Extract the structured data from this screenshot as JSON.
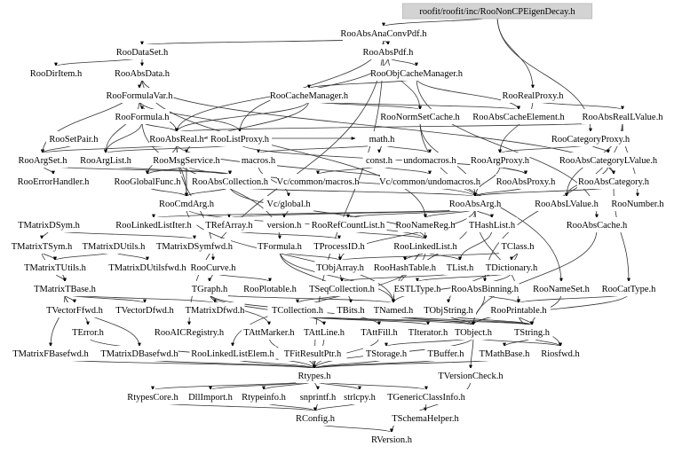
{
  "root": "roofit/roofit/inc/RooNonCPEigenDecay.h",
  "nodes": [
    "roofit/roofit/inc/RooNonCPEigenDecay.h",
    "RooAbsAnaConvPdf.h",
    "RooDataSet.h",
    "RooAbsPdf.h",
    "RooDirItem.h",
    "RooAbsData.h",
    "RooObjCacheManager.h",
    "RooFormulaVar.h",
    "RooCacheManager.h",
    "RooRealProxy.h",
    "RooFormula.h",
    "RooNormSetCache.h",
    "RooAbsCacheElement.h",
    "RooAbsRealLValue.h",
    "RooSetPair.h",
    "RooAbsReal.h",
    "RooListProxy.h",
    "math.h",
    "RooCategoryProxy.h",
    "RooArgSet.h",
    "RooArgList.h",
    "RooMsgService.h",
    "macros.h",
    "const.h",
    "undomacros.h",
    "RooArgProxy.h",
    "RooAbsCategoryLValue.h",
    "RooErrorHandler.h",
    "RooGlobalFunc.h",
    "RooAbsCollection.h",
    "Vc/common/macros.h",
    "Vc/common/undomacros.h",
    "RooAbsProxy.h",
    "RooAbsCategory.h",
    "RooCmdArg.h",
    "Vc/global.h",
    "RooAbsArg.h",
    "RooAbsLValue.h",
    "RooNumber.h",
    "TMatrixDSym.h",
    "RooLinkedListIter.h",
    "TRefArray.h",
    "version.h",
    "RooRefCountList.h",
    "RooNameReg.h",
    "THashList.h",
    "RooAbsCache.h",
    "TMatrixTSym.h",
    "TMatrixDUtils.h",
    "TMatrixDSymfwd.h",
    "TFormula.h",
    "TProcessID.h",
    "RooLinkedList.h",
    "TClass.h",
    "TMatrixTUtils.h",
    "TMatrixDUtilsfwd.h",
    "RooCurve.h",
    "TObjArray.h",
    "RooHashTable.h",
    "TList.h",
    "TDictionary.h",
    "TMatrixTBase.h",
    "TGraph.h",
    "RooPlotable.h",
    "TSeqCollection.h",
    "ESTLType.h",
    "RooAbsBinning.h",
    "RooNameSet.h",
    "RooCatType.h",
    "TVectorFfwd.h",
    "TVectorDfwd.h",
    "TMatrixDfwd.h",
    "TCollection.h",
    "TBits.h",
    "TNamed.h",
    "TObjString.h",
    "RooPrintable.h",
    "TError.h",
    "RooAICRegistry.h",
    "TAttMarker.h",
    "TAttLine.h",
    "TAttFill.h",
    "TIterator.h",
    "TObject.h",
    "TString.h",
    "TMatrixFBasefwd.h",
    "TMatrixDBasefwd.h",
    "RooLinkedListElem.h",
    "TFitResultPtr.h",
    "TStorage.h",
    "TBuffer.h",
    "TMathBase.h",
    "Riosfwd.h",
    "Rtypes.h",
    "TVersionCheck.h",
    "RtypesCore.h",
    "DllImport.h",
    "Rtypeinfo.h",
    "snprintf.h",
    "strlcpy.h",
    "TGenericClassInfo.h",
    "RConfig.h",
    "TSchemaHelper.h",
    "RVersion.h"
  ],
  "edges": [
    [
      "roofit/roofit/inc/RooNonCPEigenDecay.h",
      "RooAbsAnaConvPdf.h"
    ],
    [
      "roofit/roofit/inc/RooNonCPEigenDecay.h",
      "RooRealProxy.h"
    ],
    [
      "roofit/roofit/inc/RooNonCPEigenDecay.h",
      "RooCategoryProxy.h"
    ],
    [
      "RooAbsAnaConvPdf.h",
      "RooAbsPdf.h"
    ],
    [
      "RooAbsAnaConvPdf.h",
      "RooDataSet.h"
    ],
    [
      "RooAbsAnaConvPdf.h",
      "RooListProxy.h"
    ],
    [
      "RooAbsAnaConvPdf.h",
      "RooAICRegistry.h"
    ],
    [
      "RooAbsAnaConvPdf.h",
      "Rtypes.h"
    ],
    [
      "RooDataSet.h",
      "RooAbsData.h"
    ],
    [
      "RooDataSet.h",
      "RooDirItem.h"
    ],
    [
      "RooAbsData.h",
      "RooFormulaVar.h"
    ],
    [
      "RooAbsData.h",
      "RooArgSet.h"
    ],
    [
      "RooAbsData.h",
      "RooNameReg.h"
    ],
    [
      "RooAbsData.h",
      "RooAbsCategory.h"
    ],
    [
      "RooFormulaVar.h",
      "RooFormula.h"
    ],
    [
      "RooFormulaVar.h",
      "RooAbsReal.h"
    ],
    [
      "RooFormulaVar.h",
      "RooArgList.h"
    ],
    [
      "RooFormulaVar.h",
      "RooListProxy.h"
    ],
    [
      "RooFormula.h",
      "RooArgList.h"
    ],
    [
      "RooFormula.h",
      "RooAbsReal.h"
    ],
    [
      "RooFormula.h",
      "TFormula.h"
    ],
    [
      "RooAbsPdf.h",
      "RooAbsReal.h"
    ],
    [
      "RooAbsPdf.h",
      "RooObjCacheManager.h"
    ],
    [
      "RooAbsPdf.h",
      "RooNormSetCache.h"
    ],
    [
      "RooObjCacheManager.h",
      "RooCacheManager.h"
    ],
    [
      "RooObjCacheManager.h",
      "RooAbsCacheElement.h"
    ],
    [
      "RooObjCacheManager.h",
      "RooAbsCache.h"
    ],
    [
      "RooCacheManager.h",
      "RooNormSetCache.h"
    ],
    [
      "RooCacheManager.h",
      "RooAbsCacheElement.h"
    ],
    [
      "RooCacheManager.h",
      "RooMsgService.h"
    ],
    [
      "RooCacheManager.h",
      "RooAbsReal.h"
    ],
    [
      "RooRealProxy.h",
      "RooAbsRealLValue.h"
    ],
    [
      "RooRealProxy.h",
      "RooArgProxy.h"
    ],
    [
      "RooAbsRealLValue.h",
      "RooAbsReal.h"
    ],
    [
      "RooAbsRealLValue.h",
      "RooNumber.h"
    ],
    [
      "RooAbsRealLValue.h",
      "RooAbsLValue.h"
    ],
    [
      "RooAbsRealLValue.h",
      "RooAbsBinning.h"
    ],
    [
      "RooCategoryProxy.h",
      "RooAbsCategoryLValue.h"
    ],
    [
      "RooCategoryProxy.h",
      "RooArgProxy.h"
    ],
    [
      "RooAbsCategoryLValue.h",
      "RooAbsCategory.h"
    ],
    [
      "RooAbsCategoryLValue.h",
      "RooAbsLValue.h"
    ],
    [
      "RooAbsCategory.h",
      "RooAbsArg.h"
    ],
    [
      "RooAbsCategory.h",
      "RooCatType.h"
    ],
    [
      "RooArgProxy.h",
      "RooAbsProxy.h"
    ],
    [
      "RooArgProxy.h",
      "RooAbsArg.h"
    ],
    [
      "RooAbsProxy.h",
      "RooAbsArg.h"
    ],
    [
      "RooNormSetCache.h",
      "RooNameSet.h"
    ],
    [
      "RooNormSetCache.h",
      "RooAbsArg.h"
    ],
    [
      "RooSetPair.h",
      "RooArgSet.h"
    ],
    [
      "RooAbsReal.h",
      "RooAbsArg.h"
    ],
    [
      "RooAbsReal.h",
      "RooCmdArg.h"
    ],
    [
      "RooAbsReal.h",
      "RooCurve.h"
    ],
    [
      "RooAbsReal.h",
      "RooArgSet.h"
    ],
    [
      "RooAbsReal.h",
      "RooGlobalFunc.h"
    ],
    [
      "RooAbsReal.h",
      "math.h"
    ],
    [
      "RooListProxy.h",
      "RooArgList.h"
    ],
    [
      "RooListProxy.h",
      "RooAbsProxy.h"
    ],
    [
      "math.h",
      "const.h"
    ],
    [
      "math.h",
      "undomacros.h"
    ],
    [
      "math.h",
      "macros.h"
    ],
    [
      "macros.h",
      "Vc/global.h"
    ],
    [
      "const.h",
      "Vc/common/macros.h"
    ],
    [
      "const.h",
      "Vc/common/undomacros.h"
    ],
    [
      "RooMsgService.h",
      "RooCmdArg.h"
    ],
    [
      "RooMsgService.h",
      "RooGlobalFunc.h"
    ],
    [
      "RooMsgService.h",
      "RooAbsArg.h"
    ],
    [
      "RooArgSet.h",
      "RooErrorHandler.h"
    ],
    [
      "RooArgSet.h",
      "RooAbsCollection.h"
    ],
    [
      "RooArgList.h",
      "RooAbsCollection.h"
    ],
    [
      "RooAbsCollection.h",
      "RooCmdArg.h"
    ],
    [
      "RooAbsCollection.h",
      "RooAbsArg.h"
    ],
    [
      "RooAbsCollection.h",
      "RooLinkedList.h"
    ],
    [
      "RooGlobalFunc.h",
      "RooCmdArg.h"
    ],
    [
      "RooCmdArg.h",
      "TNamed.h"
    ],
    [
      "RooCmdArg.h",
      "RooLinkedList.h"
    ],
    [
      "Vc/global.h",
      "version.h"
    ],
    [
      "RooAbsArg.h",
      "TNamed.h"
    ],
    [
      "RooAbsArg.h",
      "THashList.h"
    ],
    [
      "RooAbsArg.h",
      "TRefArray.h"
    ],
    [
      "RooAbsArg.h",
      "RooRefCountList.h"
    ],
    [
      "RooAbsArg.h",
      "RooNameReg.h"
    ],
    [
      "RooAbsArg.h",
      "RooLinkedListIter.h"
    ],
    [
      "RooAbsArg.h",
      "RooPrintable.h"
    ],
    [
      "RooAbsArg.h",
      "TObjArray.h"
    ],
    [
      "RooRefCountList.h",
      "RooLinkedList.h"
    ],
    [
      "RooNameReg.h",
      "TNamed.h"
    ],
    [
      "THashList.h",
      "TList.h"
    ],
    [
      "RooAbsCache.h",
      "TObject.h"
    ],
    [
      "TRefArray.h",
      "TProcessID.h"
    ],
    [
      "TProcessID.h",
      "TObjArray.h"
    ],
    [
      "TMatrixDSym.h",
      "TMatrixTSym.h"
    ],
    [
      "TMatrixDSym.h",
      "TMatrixDSymfwd.h"
    ],
    [
      "TMatrixTSym.h",
      "TMatrixTBase.h"
    ],
    [
      "TMatrixTSym.h",
      "TMatrixTUtils.h"
    ],
    [
      "TMatrixDUtils.h",
      "TMatrixTUtils.h"
    ],
    [
      "TMatrixDUtils.h",
      "TMatrixDUtilsfwd.h"
    ],
    [
      "TMatrixTUtils.h",
      "TMatrixTBase.h"
    ],
    [
      "TMatrixTBase.h",
      "TVectorFfwd.h"
    ],
    [
      "TMatrixTBase.h",
      "TVectorDfwd.h"
    ],
    [
      "TMatrixTBase.h",
      "TMatrixDfwd.h"
    ],
    [
      "TMatrixTBase.h",
      "TError.h"
    ],
    [
      "TMatrixTBase.h",
      "TMatrixFBasefwd.h"
    ],
    [
      "TMatrixTBase.h",
      "TMatrixDBasefwd.h"
    ],
    [
      "RooCurve.h",
      "TGraph.h"
    ],
    [
      "RooCurve.h",
      "RooPlotable.h"
    ],
    [
      "TGraph.h",
      "TNamed.h"
    ],
    [
      "TGraph.h",
      "TAttLine.h"
    ],
    [
      "TGraph.h",
      "TAttFill.h"
    ],
    [
      "TGraph.h",
      "TAttMarker.h"
    ],
    [
      "RooLinkedList.h",
      "RooHashTable.h"
    ],
    [
      "RooLinkedList.h",
      "TList.h"
    ],
    [
      "RooLinkedList.h",
      "RooLinkedListElem.h"
    ],
    [
      "TClass.h",
      "TDictionary.h"
    ],
    [
      "TClass.h",
      "TObjArray.h"
    ],
    [
      "TClass.h",
      "TObjString.h"
    ],
    [
      "TObjArray.h",
      "TSeqCollection.h"
    ],
    [
      "TList.h",
      "TSeqCollection.h"
    ],
    [
      "TSeqCollection.h",
      "TCollection.h"
    ],
    [
      "TCollection.h",
      "TObject.h"
    ],
    [
      "TCollection.h",
      "TIterator.h"
    ],
    [
      "TCollection.h",
      "TString.h"
    ],
    [
      "TNamed.h",
      "TString.h"
    ],
    [
      "TNamed.h",
      "TObject.h"
    ],
    [
      "TObjString.h",
      "TObject.h"
    ],
    [
      "TObjString.h",
      "TString.h"
    ],
    [
      "RooPrintable.h",
      "TString.h"
    ],
    [
      "RooPrintable.h",
      "Riosfwd.h"
    ],
    [
      "TObject.h",
      "Rtypes.h"
    ],
    [
      "TObject.h",
      "TStorage.h"
    ],
    [
      "TObject.h",
      "TVersionCheck.h"
    ],
    [
      "TObject.h",
      "Riosfwd.h"
    ],
    [
      "TString.h",
      "TMathBase.h"
    ],
    [
      "TString.h",
      "Riosfwd.h"
    ],
    [
      "TFormula.h",
      "TNamed.h"
    ],
    [
      "TFormula.h",
      "TBits.h"
    ],
    [
      "TFormula.h",
      "TObjArray.h"
    ],
    [
      "RooNameSet.h",
      "TString.h"
    ],
    [
      "RooCatType.h",
      "TObject.h"
    ],
    [
      "RooCatType.h",
      "RooPrintable.h"
    ],
    [
      "RooAbsBinning.h",
      "TObject.h"
    ],
    [
      "RooAbsBinning.h",
      "RooPrintable.h"
    ],
    [
      "TDictionary.h",
      "TNamed.h"
    ],
    [
      "TDictionary.h",
      "ESTLType.h"
    ],
    [
      "TError.h",
      "Rtypes.h"
    ],
    [
      "TMatrixFBasefwd.h",
      "Rtypes.h"
    ],
    [
      "TMatrixDBasefwd.h",
      "Rtypes.h"
    ],
    [
      "RooLinkedListElem.h",
      "Rtypes.h"
    ],
    [
      "TFitResultPtr.h",
      "Rtypes.h"
    ],
    [
      "TStorage.h",
      "Rtypes.h"
    ],
    [
      "TBuffer.h",
      "Rtypes.h"
    ],
    [
      "TMathBase.h",
      "Rtypes.h"
    ],
    [
      "TAttMarker.h",
      "Rtypes.h"
    ],
    [
      "TAttLine.h",
      "Rtypes.h"
    ],
    [
      "TAttFill.h",
      "Rtypes.h"
    ],
    [
      "Rtypes.h",
      "RtypesCore.h"
    ],
    [
      "Rtypes.h",
      "DllImport.h"
    ],
    [
      "Rtypes.h",
      "Rtypeinfo.h"
    ],
    [
      "Rtypes.h",
      "snprintf.h"
    ],
    [
      "Rtypes.h",
      "strlcpy.h"
    ],
    [
      "Rtypes.h",
      "TGenericClassInfo.h"
    ],
    [
      "RtypesCore.h",
      "RConfig.h"
    ],
    [
      "Rtypeinfo.h",
      "RConfig.h"
    ],
    [
      "snprintf.h",
      "RConfig.h"
    ],
    [
      "strlcpy.h",
      "RConfig.h"
    ],
    [
      "TGenericClassInfo.h",
      "TSchemaHelper.h"
    ],
    [
      "RConfig.h",
      "RVersion.h"
    ],
    [
      "TVersionCheck.h",
      "RVersion.h"
    ]
  ],
  "colors": {
    "root_fill": "#d3d3d3",
    "edge": "#333333",
    "background": "#ffffff"
  }
}
